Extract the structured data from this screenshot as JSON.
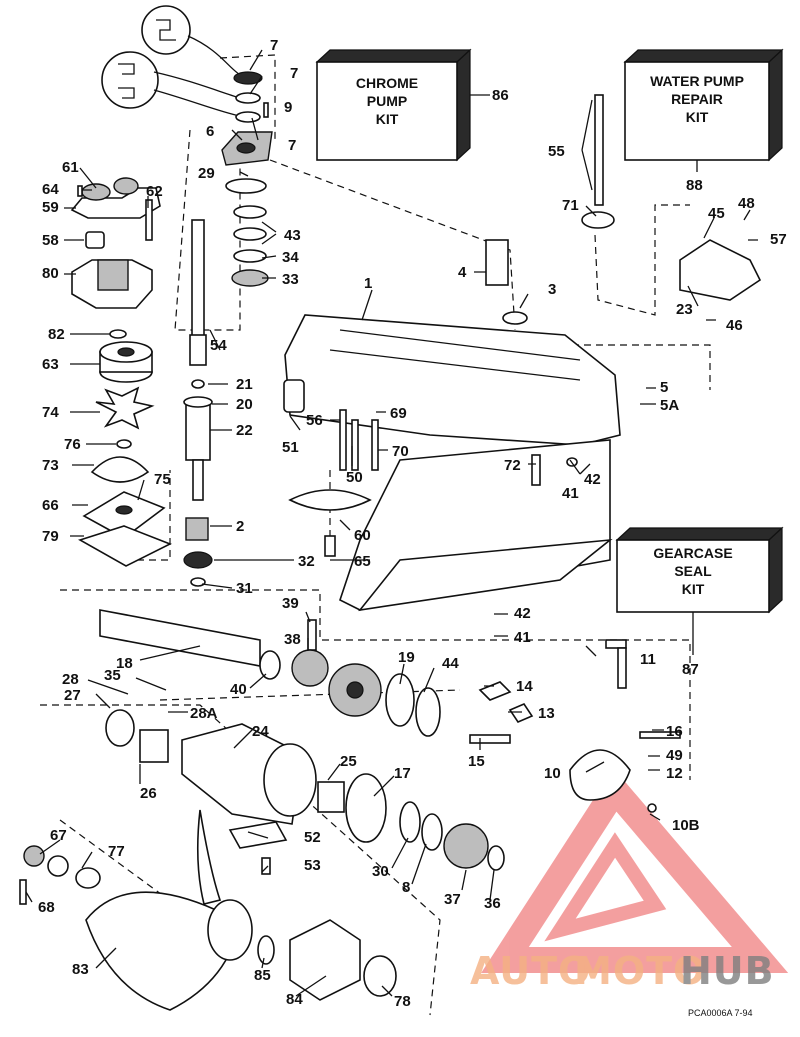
{
  "kits": {
    "chrome_pump": {
      "line1": "CHROME",
      "line2": "PUMP",
      "line3": "KIT",
      "number": "86"
    },
    "water_pump_repair": {
      "line1": "WATER PUMP",
      "line2": "REPAIR",
      "line3": "KIT",
      "number": "88"
    },
    "gearcase_seal": {
      "line1": "GEARCASE",
      "line2": "SEAL",
      "line3": "KIT",
      "number": "87"
    }
  },
  "callouts": {
    "c7a": "7",
    "c7b": "7",
    "c9": "9",
    "c7c": "7",
    "c6": "6",
    "c29": "29",
    "c43": "43",
    "c34": "34",
    "c33": "33",
    "c61": "61",
    "c64": "64",
    "c62": "62",
    "c59": "59",
    "c58": "58",
    "c80": "80",
    "c82": "82",
    "c63": "63",
    "c54": "54",
    "c21": "21",
    "c20": "20",
    "c22": "22",
    "c74": "74",
    "c76": "76",
    "c73": "73",
    "c75": "75",
    "c66": "66",
    "c79": "79",
    "c2": "2",
    "c32": "32",
    "c31": "31",
    "c1": "1",
    "c4": "4",
    "c3": "3",
    "c55": "55",
    "c71": "71",
    "c45": "45",
    "c48": "48",
    "c57": "57",
    "c23": "23",
    "c46": "46",
    "c5": "5",
    "c5a": "5A",
    "c56": "56",
    "c69": "69",
    "c70": "70",
    "c50": "50",
    "c51": "51",
    "c72": "72",
    "c42a": "42",
    "c41a": "41",
    "c60": "60",
    "c65": "65",
    "c39": "39",
    "c38": "38",
    "c18": "18",
    "c40": "40",
    "c19": "19",
    "c44": "44",
    "c14": "14",
    "c13": "13",
    "c42b": "42",
    "c41b": "41",
    "c11": "11",
    "c28": "28",
    "c35": "35",
    "c28a": "28A",
    "c27": "27",
    "c24": "24",
    "c26": "26",
    "c25": "25",
    "c17": "17",
    "c15": "15",
    "c16": "16",
    "c49": "49",
    "c10": "10",
    "c12": "12",
    "c10b": "10B",
    "c67": "67",
    "c77": "77",
    "c52": "52",
    "c53": "53",
    "c30": "30",
    "c8": "8",
    "c37": "37",
    "c36": "36",
    "c68": "68",
    "c83": "83",
    "c85": "85",
    "c84": "84",
    "c78": "78"
  },
  "figure_code": "PCA0006A  7-94",
  "watermark": {
    "auto": "AUTO",
    "moto": "MOTO",
    "hub": "HUB",
    "color_light": "#f4b183",
    "color_dark": "#7f7f7f",
    "logo_color": "#f08080"
  }
}
